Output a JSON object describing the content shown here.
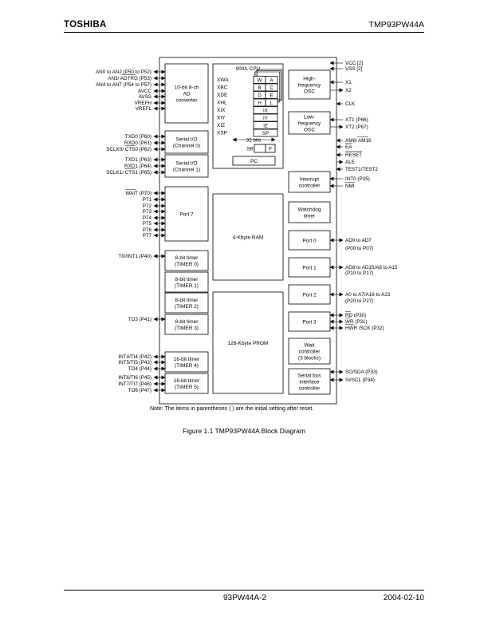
{
  "header": {
    "brand": "TOSHIBA",
    "doc_id": "TMP93PW44A"
  },
  "footer": {
    "page_ref": "93PW44A-2",
    "date": "2004-02-10"
  },
  "figure": {
    "caption": "Figure 1.1  TMP93PW44A Block Diagram",
    "note": "Note: The items in parentheses (  ) are the initial setting after reset."
  },
  "blocks": {
    "ad": [
      "10-bit 8-ch",
      "AD",
      "converter"
    ],
    "sio0": [
      "Serial I/O",
      "(Channel 0)"
    ],
    "sio1": [
      "Serial I/O",
      "(Channel 1)"
    ],
    "port7": [
      "Port 7"
    ],
    "tmr0": [
      "8-bit timer",
      "(TIMER 0)"
    ],
    "tmr1": [
      "8-bit timer",
      "(TIMER 1)"
    ],
    "tmr2": [
      "8-bit timer",
      "(TIMER 2)"
    ],
    "tmr3": [
      "8-bit timer",
      "(TIMER 3)"
    ],
    "tmr4": [
      "16-bit timer",
      "(TIMER 4)"
    ],
    "tmr5": [
      "16-bit timer",
      "(TIMER 5)"
    ],
    "ram": [
      "4-Kbyte RAM"
    ],
    "prom": [
      "128-Kbyte PROM"
    ],
    "hosc": [
      "High-",
      "frequency",
      "OSC"
    ],
    "losc": [
      "Low-",
      "frequency",
      "OSC"
    ],
    "intc": [
      "Interrupt",
      "controller"
    ],
    "wdt": [
      "Watchdog",
      "timer"
    ],
    "port0": [
      "Port 0"
    ],
    "port1": [
      "Port 1"
    ],
    "port2": [
      "Port 2"
    ],
    "port3": [
      "Port 3"
    ],
    "wait": [
      "Wait",
      "controller",
      "(3 blocks)"
    ],
    "sbi": [
      "Serial bus",
      "interface",
      "controller"
    ]
  },
  "cpu": {
    "title": "900/L CPU",
    "regs": [
      "XWA",
      "XBC",
      "XDE",
      "XHL",
      "XIX",
      "XIY",
      "XIZ",
      "XSP"
    ],
    "cells": [
      [
        "W",
        "A"
      ],
      [
        "B",
        "C"
      ],
      [
        "D",
        "E"
      ],
      [
        "H",
        "L"
      ],
      [
        "IX"
      ],
      [
        "IY"
      ],
      [
        "IZ"
      ],
      [
        "SP"
      ]
    ],
    "bits": "32 bits",
    "sr": "SR",
    "f": "F",
    "pc": "PC"
  },
  "left_pins": {
    "ad": [
      "AN0 to AN2 (P50 to P52)",
      "AN3/ ADTRG (P53)",
      "AN4 to AN7 (P54 to P57)",
      "AVCC",
      "AVSS",
      "VREFH",
      "VREFL"
    ],
    "sio0": [
      "TXD0 (P60)",
      "RXD0 (P61)",
      "SCLK0/ CTS0 (P62)"
    ],
    "sio1": [
      "TXD1 (P63)",
      "RXD1 (P64)",
      "SCLK1/ CTS1 (P65)"
    ],
    "port7": [
      "WAIT (P70)",
      "P71",
      "P72",
      "P73",
      "P74",
      "P75",
      "P76",
      "P77"
    ],
    "tmr0": [
      "TI0/INT1 (P40)"
    ],
    "tmr3": [
      "TO3 (P41)"
    ],
    "tmr4": [
      "INT4/TI4 (P42)",
      "INT5/TI5 (P43)",
      "TO4 (P44)"
    ],
    "tmr5": [
      "INT6/TI6 (P45)",
      "INT7/TI7 (P46)",
      "TO6 (P47)"
    ]
  },
  "right_pins": {
    "power": [
      "VCC [2]",
      "VSS [2]"
    ],
    "hosc": [
      "X1",
      "X2"
    ],
    "clk": [
      "CLK"
    ],
    "losc": [
      "XT1 (P66)",
      "XT2 (P67)"
    ],
    "ctrl": [
      "AM8/ AM16",
      "EA",
      "RESET",
      "ALE",
      "TEST1/TEST2"
    ],
    "intc": [
      "INT0 (P35)",
      "NMI"
    ],
    "port0": [
      "AD0 to AD7",
      "(P00 to P07)"
    ],
    "port1": [
      "AD8 to AD15/A8 to A15",
      "(P10 to P17)"
    ],
    "port2": [
      "A0 to A7/A16 to A23",
      "(P20 to P27)"
    ],
    "port3": [
      "RD (P30)",
      "WR (P31)",
      "HWR /SCK (P32)"
    ],
    "sbi": [
      "SO/SDA (P33)",
      "SI/SCL (P34)"
    ]
  }
}
